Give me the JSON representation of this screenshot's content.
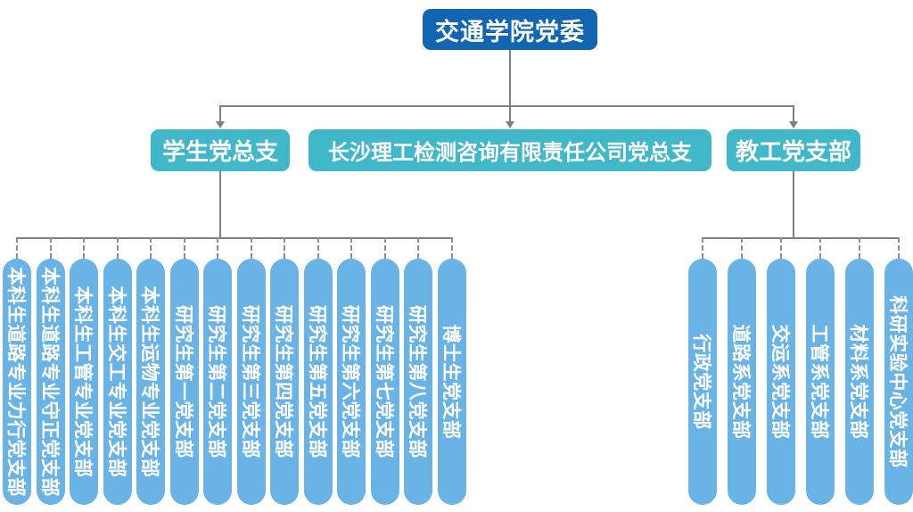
{
  "title_box": {
    "label": "交通学院党委"
  },
  "level2": [
    {
      "id": "student",
      "label": "学生党总支"
    },
    {
      "id": "company",
      "label": "长沙理工检测咨询有限责任公司党总支"
    },
    {
      "id": "faculty",
      "label": "教工党支部"
    }
  ],
  "student_branches": [
    "本科生道路专业力行党支部",
    "本科生道路专业守正党支部",
    "本科生工管专业党支部",
    "本科生交工专业党支部",
    "本科生运物专业党支部",
    "研究生第一党支部",
    "研究生第二党支部",
    "研究生第三党支部",
    "研究生第四党支部",
    "研究生第五党支部",
    "研究生第六党支部",
    "研究生第七党支部",
    "研究生第八党支部",
    "博士生党支部"
  ],
  "faculty_branches": [
    "行政党支部",
    "道路系党支部",
    "交运系党支部",
    "工管系党支部",
    "材料系党支部",
    "科研实验中心党支部"
  ],
  "colors": {
    "root_box": "#1165b2",
    "level2_box": "#41b7ca",
    "pill": "#69b3e7",
    "line": "#7f7f7f",
    "dash": "#8f8f8f",
    "text": "#ffffff"
  }
}
